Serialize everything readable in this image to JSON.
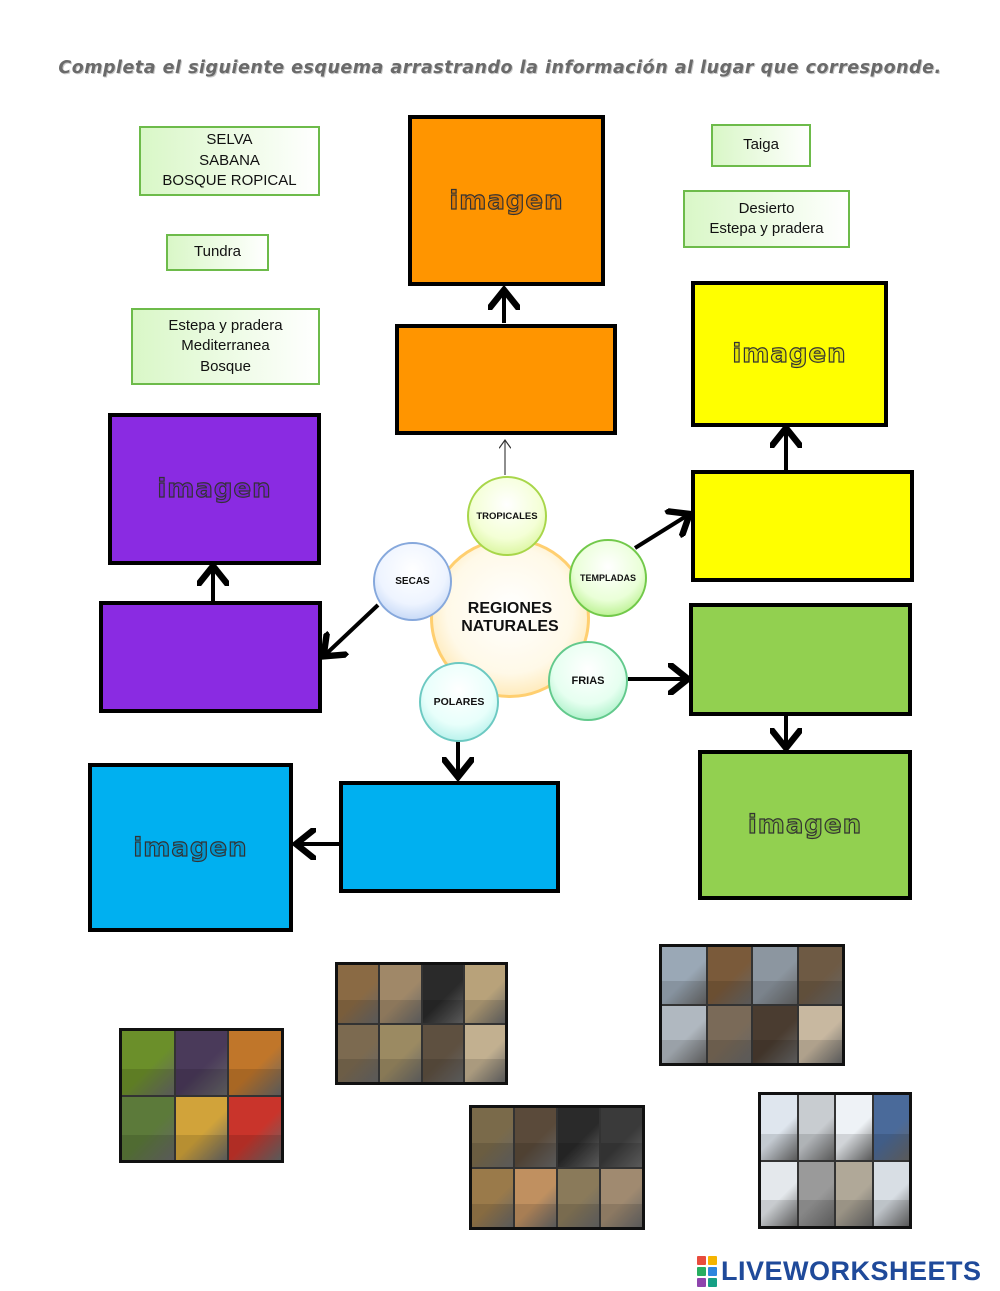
{
  "instruction": "Completa el siguiente esquema arrastrando la información al lugar que corresponde.",
  "chips": {
    "tropical": [
      "SELVA",
      "SABANA",
      "BOSQUE ROPICAL"
    ],
    "tundra": [
      "Tundra"
    ],
    "templadas": [
      "Estepa y pradera",
      "Mediterranea",
      "Bosque"
    ],
    "taiga": [
      "Taiga"
    ],
    "secas": [
      "Desierto",
      "Estepa y pradera"
    ]
  },
  "image_placeholder": "imagen",
  "center": {
    "line1": "REGIONES",
    "line2": "NATURALES"
  },
  "bubbles": {
    "tropicales": "TROPICALES",
    "templadas": "TEMPLADAS",
    "frias": "FRIAS",
    "polares": "POLARES",
    "secas": "SECAS"
  },
  "colors": {
    "orange": "#ff9500",
    "yellow": "#ffff00",
    "purple": "#8a2be2",
    "blue": "#00b0f0",
    "green": "#92d050",
    "chip_border": "#6dbb4a"
  },
  "photo_cards": [
    {
      "name": "tropical-animals-photo",
      "tiles": [
        "#6b8f2a",
        "#4a3a5a",
        "#c0762a",
        "#5c7a3a",
        "#d1a33a",
        "#c9342b"
      ]
    },
    {
      "name": "desert-animals-photo",
      "tiles": [
        "#8a6a44",
        "#a08868",
        "#2a2a2a",
        "#b8a27a",
        "#7c6a50",
        "#9b8a62",
        "#5e5040",
        "#c2b090"
      ]
    },
    {
      "name": "taiga-animals-photo",
      "tiles": [
        "#9aa8b6",
        "#7a5a3a",
        "#8c96a0",
        "#6e5a44",
        "#b0b8c0",
        "#7a6a58",
        "#4a3c30",
        "#c8b8a0"
      ]
    },
    {
      "name": "grassland-animals-photo",
      "tiles": [
        "#7a6a4a",
        "#5a4a3a",
        "#2a2a2a",
        "#3a3a3a",
        "#9a7a4a",
        "#c09060",
        "#8a7a5a",
        "#a08a70"
      ]
    },
    {
      "name": "polar-animals-photo",
      "tiles": [
        "#dfe6ee",
        "#c8ccd0",
        "#eef2f6",
        "#4a6a9a",
        "#e4e8ec",
        "#9a9a9a",
        "#b0a898",
        "#d8dee4"
      ]
    }
  ],
  "logo": "LIVEWORKSHEETS"
}
